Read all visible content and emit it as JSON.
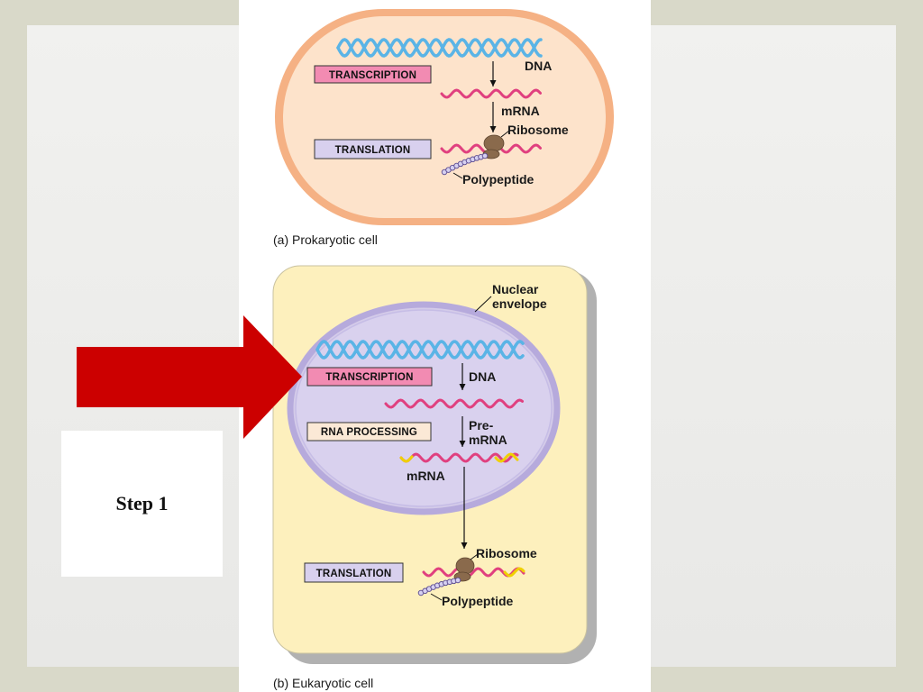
{
  "slide": {
    "step_label": "Step 1"
  },
  "prokaryotic": {
    "caption": "(a) Prokaryotic cell",
    "transcription": "TRANSCRIPTION",
    "translation": "TRANSLATION",
    "dna": "DNA",
    "mrna": "mRNA",
    "ribosome": "Ribosome",
    "polypeptide": "Polypeptide"
  },
  "eukaryotic": {
    "caption": "(b) Eukaryotic cell",
    "nuclear_envelope": [
      "Nuclear",
      "envelope"
    ],
    "transcription": "TRANSCRIPTION",
    "dna": "DNA",
    "rna_processing": "RNA PROCESSING",
    "pre_mrna": [
      "Pre-",
      "mRNA"
    ],
    "mrna": "mRNA",
    "translation": "TRANSLATION",
    "ribosome": "Ribosome",
    "polypeptide": "Polypeptide"
  },
  "colors": {
    "pointer_arrow": "#cc0000",
    "dna_strand": "#5ab4e6",
    "mrna_strand": "#e0407f",
    "mrna_cap_tail": "#f0d000",
    "ribosome": "#8a6a4c",
    "polypeptide_bead": "#d6d0f0"
  }
}
